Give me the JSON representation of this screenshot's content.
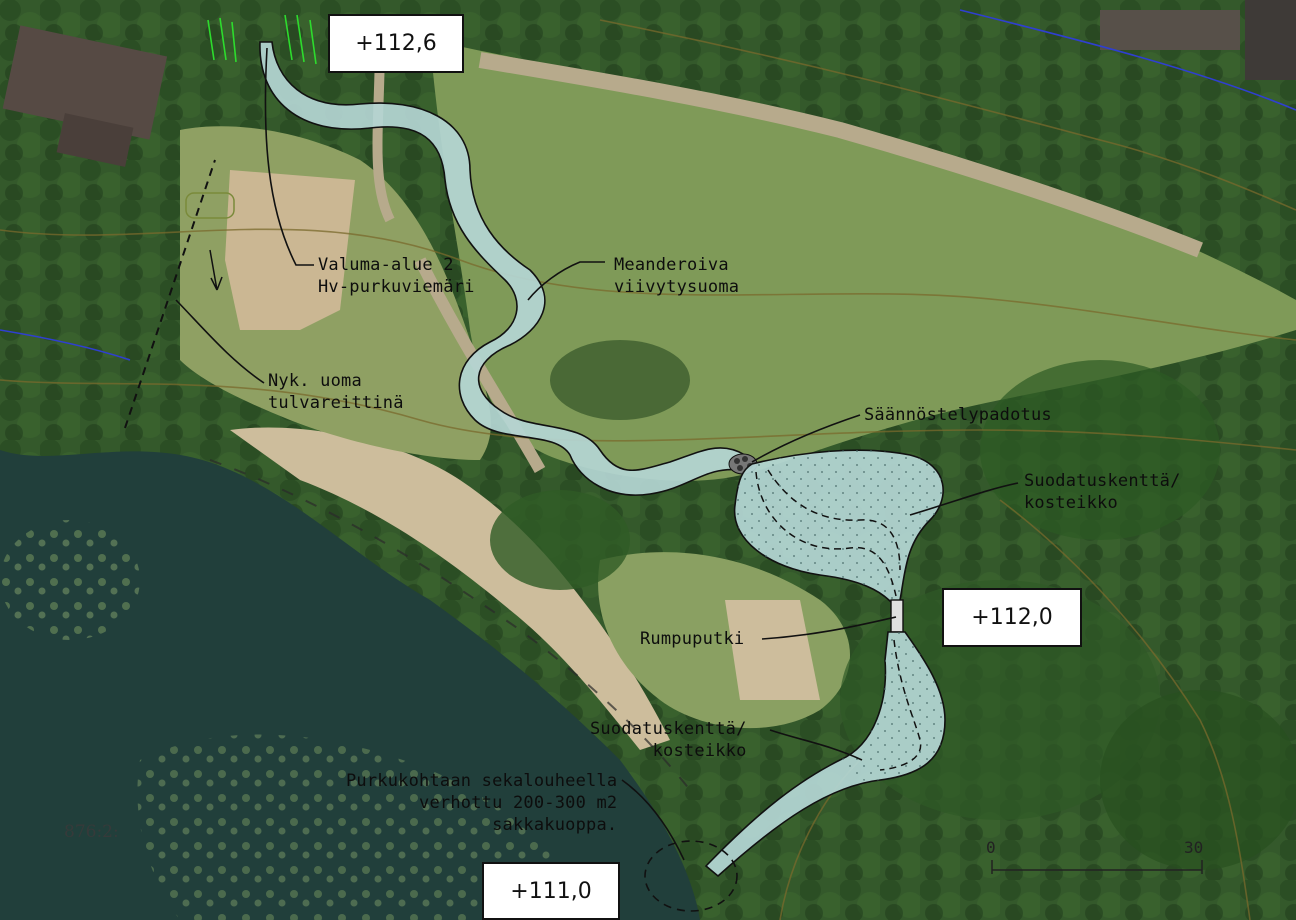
{
  "elevations": {
    "top": "+112,6",
    "middle": "+112,0",
    "bottom": "+111,0"
  },
  "labels": {
    "catchment_line1": "Valuma-alue 2",
    "catchment_line2": "Hv-purkuviemäri",
    "meander_line1": "Meanderoiva",
    "meander_line2": "viivytysuoma",
    "existing_line1": "Nyk. uoma",
    "existing_line2": "tulvareittinä",
    "regulation_dam": "Säännöstelypadotus",
    "filter1_line1": "Suodatuskenttä/",
    "filter1_line2": "kosteikko",
    "culvert": "Rumpuputki",
    "filter2_line1": "Suodatuskenttä/",
    "filter2_line2": "kosteikko",
    "outlet_line1": "Purkukohtaan sekalouheella",
    "outlet_line2": "verhottu 200-300 m2",
    "outlet_line3": "sakkakuoppa."
  },
  "sheet_id": "876:2:",
  "scale": {
    "start": "0",
    "end": "30"
  },
  "colors": {
    "water": "#1f4a47",
    "grass": "#7f9a58",
    "forest": "#2e5427",
    "channel_fill": "#b4d6d4",
    "beach": "#cdbd9c"
  }
}
